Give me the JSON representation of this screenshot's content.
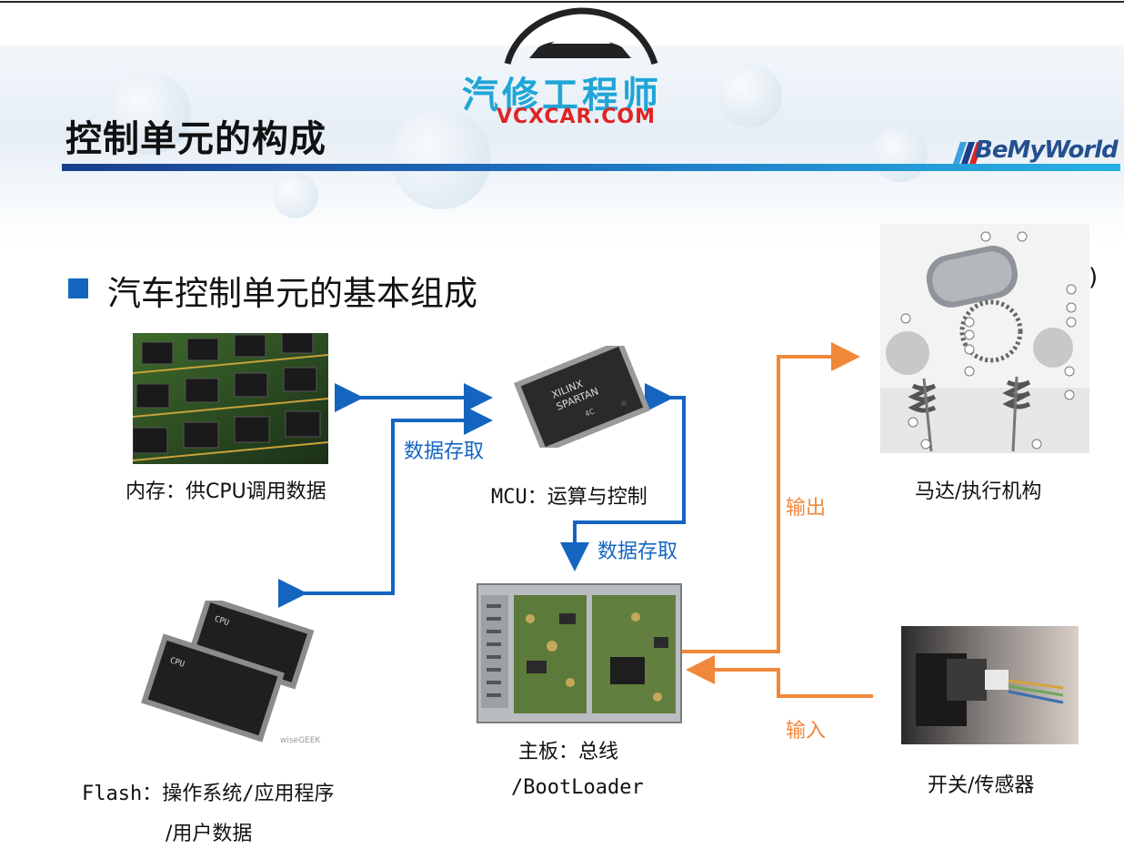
{
  "header": {
    "title": "控制单元的构成",
    "logo_cn": "汽修工程师",
    "logo_en": "VCXCAR.COM",
    "brand": "BeMyWorld"
  },
  "bullet": {
    "text": "汽车控制单元的基本组成"
  },
  "stray_glyph": ")",
  "nodes": {
    "memory": {
      "label": "内存：供CPU调用数据"
    },
    "mcu": {
      "label": "MCU：运算与控制",
      "chip_text": [
        "XILINX",
        "SPARTAN",
        "4C"
      ]
    },
    "flash": {
      "label_line1": "Flash：操作系统/应用程序",
      "label_line2": "/用户数据",
      "watermark": "wiseGEEK",
      "chip_text": [
        "CPU"
      ]
    },
    "mainboard": {
      "label_line1": "主板：总线",
      "label_line2": "/BootLoader"
    },
    "actuator": {
      "label": "马达/执行机构"
    },
    "sensor": {
      "label": "开关/传感器"
    }
  },
  "edges": {
    "memory_mcu": {
      "label": "数据存取"
    },
    "mcu_board": {
      "label": "数据存取"
    },
    "output": {
      "label": "输出"
    },
    "input": {
      "label": "输入"
    }
  },
  "colors": {
    "title_bar_start": "#1a3e8c",
    "title_bar_end": "#27b1e3",
    "bullet": "#1565c0",
    "blue_arrow": "#1565c0",
    "orange_arrow": "#f0883a",
    "logo_cn": "#1fa6d6",
    "logo_en": "#e02424"
  },
  "icons": {
    "logo": "car-silhouette-icon",
    "brand": "bmw-m-stripes-icon"
  }
}
